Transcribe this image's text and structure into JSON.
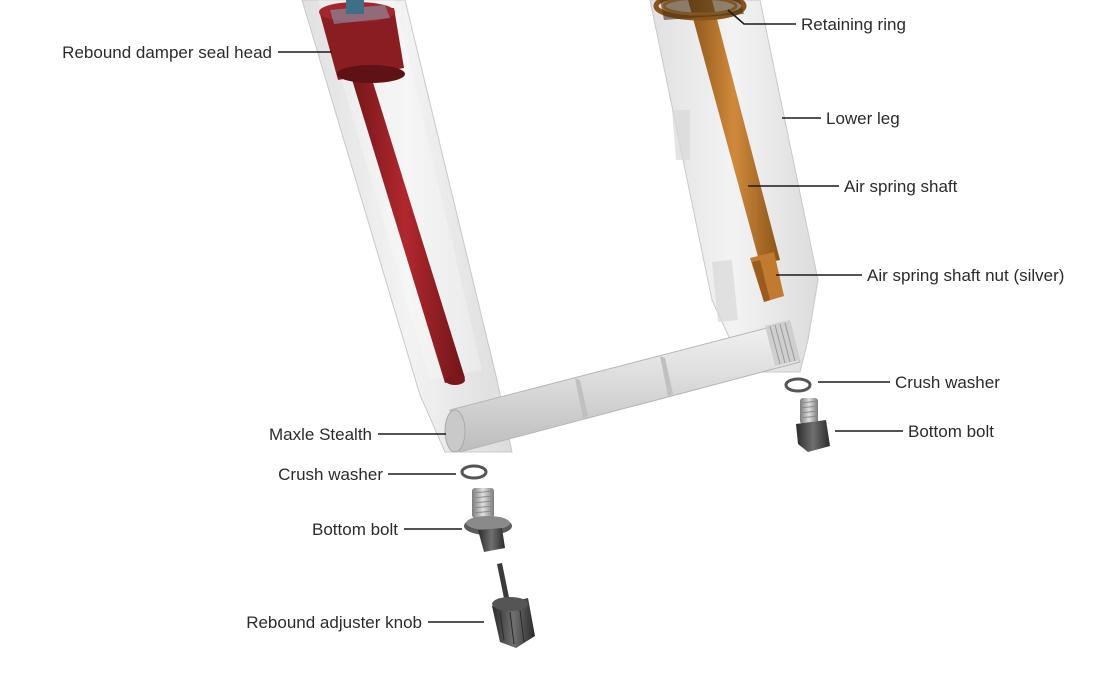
{
  "labels": {
    "rebound_damper_seal_head": "Rebound damper seal head",
    "retaining_ring": "Retaining ring",
    "lower_leg": "Lower leg",
    "air_spring_shaft": "Air spring shaft",
    "air_spring_shaft_nut": "Air spring shaft nut (silver)",
    "crush_washer_right": "Crush washer",
    "bottom_bolt_right": "Bottom bolt",
    "maxle_stealth": "Maxle Stealth",
    "crush_washer_left": "Crush washer",
    "bottom_bolt_left": "Bottom bolt",
    "rebound_adjuster_knob": "Rebound adjuster knob"
  },
  "colors": {
    "damper_shaft": "#9b1f24",
    "seal_head": "#8a1d22",
    "air_shaft": "#b8732a",
    "lower_leg": "#e9e9ea",
    "axle": "#dcdcdc",
    "hardware": "#4a4a4a"
  }
}
